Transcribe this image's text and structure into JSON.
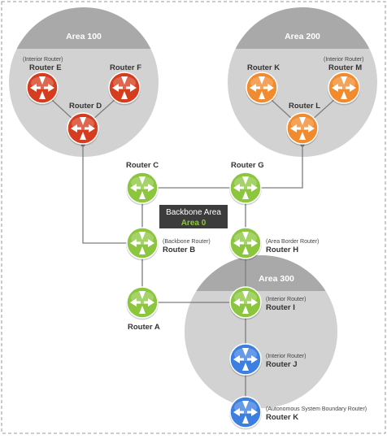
{
  "colors": {
    "frame": "#9a9a9a",
    "area_fill": "#d2d2d2",
    "area_header": "#a9a9a9",
    "link": "#7d7d7d",
    "router_green": "#8cc63f",
    "router_red": "#d63c1e",
    "router_orange": "#f28a2e",
    "router_blue": "#3d7fe0",
    "backbone_box": "#3c3c3c",
    "backbone_accent": "#8cc63f"
  },
  "areas": {
    "area100": {
      "title": "Area 100"
    },
    "area200": {
      "title": "Area 200"
    },
    "area300": {
      "title": "Area 300"
    }
  },
  "backbone": {
    "title": "Backbone Area",
    "sub": "Area 0"
  },
  "routers": {
    "routerE": {
      "name": "Router E",
      "role": "(Interior Router)",
      "color": "red",
      "icon": "router-icon"
    },
    "routerF": {
      "name": "Router F",
      "role": "",
      "color": "red",
      "icon": "router-icon"
    },
    "routerD": {
      "name": "Router D",
      "role": "",
      "color": "red",
      "icon": "router-icon"
    },
    "routerK200": {
      "name": "Router K",
      "role": "",
      "color": "orange",
      "icon": "router-icon"
    },
    "routerM": {
      "name": "Router M",
      "role": "(Interior Router)",
      "color": "orange",
      "icon": "router-icon"
    },
    "routerL": {
      "name": "Router L",
      "role": "",
      "color": "orange",
      "icon": "router-icon"
    },
    "routerC": {
      "name": "Router C",
      "role": "",
      "color": "green",
      "icon": "router-icon"
    },
    "routerG": {
      "name": "Router G",
      "role": "",
      "color": "green",
      "icon": "router-icon"
    },
    "routerB": {
      "name": "Router B",
      "role": "(Backbone Router)",
      "color": "green",
      "icon": "router-icon"
    },
    "routerH": {
      "name": "Router H",
      "role": "(Area Border Router)",
      "color": "green",
      "icon": "router-icon"
    },
    "routerA": {
      "name": "Router A",
      "role": "",
      "color": "green",
      "icon": "router-icon"
    },
    "routerI": {
      "name": "Router I",
      "role": "(Interior Router)",
      "color": "green",
      "icon": "router-icon"
    },
    "routerJ": {
      "name": "Router J",
      "role": "(Interior Router)",
      "color": "blue",
      "icon": "router-icon"
    },
    "routerK300": {
      "name": "Router K",
      "role": "(Autonomous System Boundary Router)",
      "color": "blue",
      "icon": "router-icon"
    }
  }
}
